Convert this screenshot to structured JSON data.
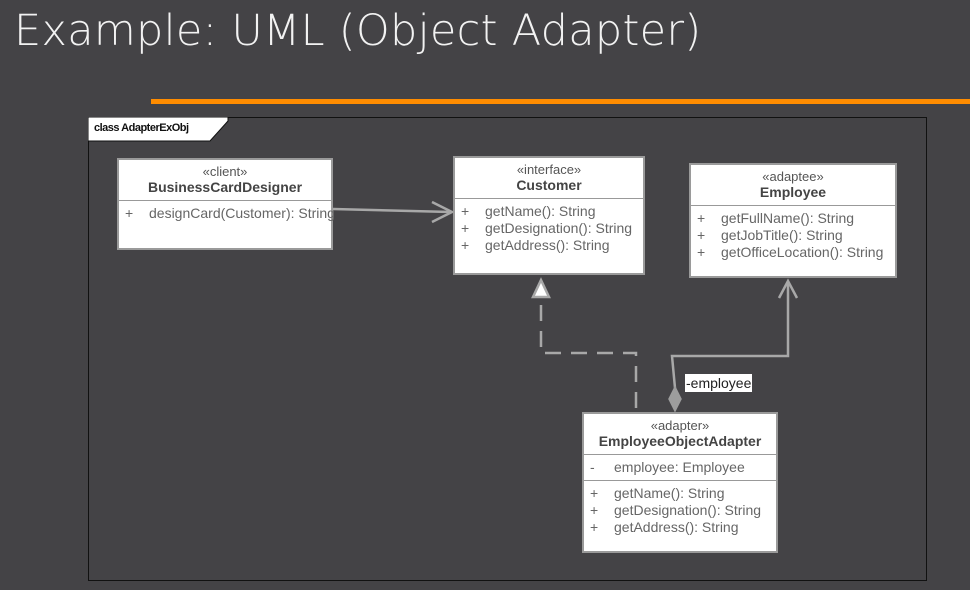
{
  "slide": {
    "title": "Example: UML (Object Adapter)",
    "accent_color": "#ff8c00"
  },
  "diagram": {
    "frame_label": "class AdapterExObj",
    "classes": [
      {
        "id": "business-card-designer",
        "stereotype": "«client»",
        "name": "BusinessCardDesigner",
        "attributes": [],
        "operations": [
          {
            "visibility": "+",
            "text": "designCard(Customer): String"
          }
        ]
      },
      {
        "id": "customer",
        "stereotype": "«interface»",
        "name": "Customer",
        "attributes": [],
        "operations": [
          {
            "visibility": "+",
            "text": "getName(): String"
          },
          {
            "visibility": "+",
            "text": "getDesignation(): String"
          },
          {
            "visibility": "+",
            "text": "getAddress(): String"
          }
        ]
      },
      {
        "id": "employee",
        "stereotype": "«adaptee»",
        "name": "Employee",
        "attributes": [],
        "operations": [
          {
            "visibility": "+",
            "text": "getFullName(): String"
          },
          {
            "visibility": "+",
            "text": "getJobTitle(): String"
          },
          {
            "visibility": "+",
            "text": "getOfficeLocation(): String"
          }
        ]
      },
      {
        "id": "employee-object-adapter",
        "stereotype": "«adapter»",
        "name": "EmployeeObjectAdapter",
        "attributes": [
          {
            "visibility": "-",
            "text": "employee: Employee"
          }
        ],
        "operations": [
          {
            "visibility": "+",
            "text": "getName(): String"
          },
          {
            "visibility": "+",
            "text": "getDesignation(): String"
          },
          {
            "visibility": "+",
            "text": "getAddress(): String"
          }
        ]
      }
    ],
    "relationships": [
      {
        "from": "business-card-designer",
        "to": "customer",
        "type": "dependency"
      },
      {
        "from": "employee-object-adapter",
        "to": "customer",
        "type": "realization"
      },
      {
        "from": "employee-object-adapter",
        "to": "employee",
        "type": "composition",
        "label": "-employee"
      }
    ]
  }
}
